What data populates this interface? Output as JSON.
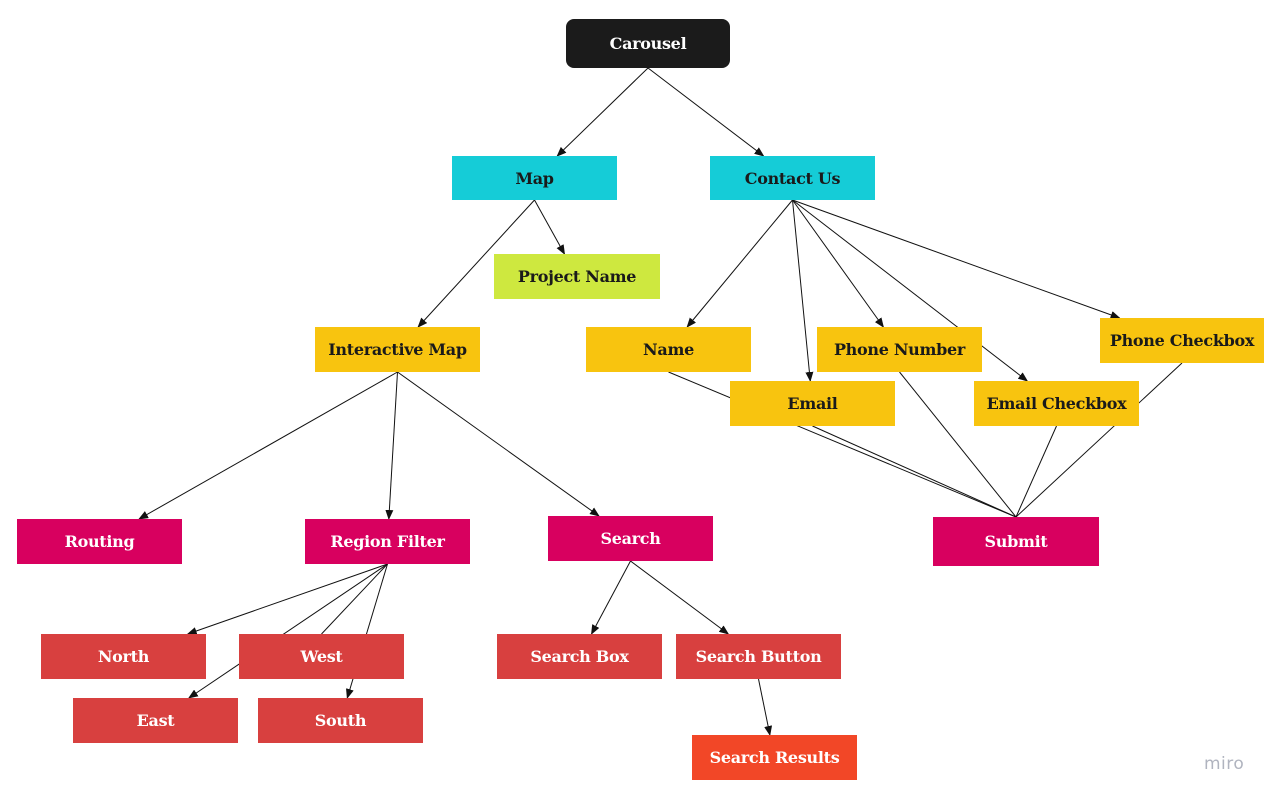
{
  "colors": {
    "root_bg": "#1b1b1b",
    "root_text": "#ffffff",
    "cyan": "#15ccd7",
    "lime": "#cee83f",
    "gold": "#f8c40f",
    "magenta": "#d8005f",
    "red": "#d8403f",
    "orange": "#f24727",
    "dark_text": "#1a1a1a",
    "light_text": "#ffffff",
    "edge": "#111111"
  },
  "nodes": {
    "carousel": {
      "label": "Carousel",
      "color": "root_bg",
      "text": "root_text"
    },
    "map": {
      "label": "Map",
      "color": "cyan",
      "text": "dark_text"
    },
    "contact_us": {
      "label": "Contact Us",
      "color": "cyan",
      "text": "dark_text"
    },
    "project_name": {
      "label": "Project Name",
      "color": "lime",
      "text": "dark_text"
    },
    "interactive_map": {
      "label": "Interactive Map",
      "color": "gold",
      "text": "dark_text"
    },
    "name": {
      "label": "Name",
      "color": "gold",
      "text": "dark_text"
    },
    "email": {
      "label": "Email",
      "color": "gold",
      "text": "dark_text"
    },
    "phone_number": {
      "label": "Phone Number",
      "color": "gold",
      "text": "dark_text"
    },
    "email_checkbox": {
      "label": "Email Checkbox",
      "color": "gold",
      "text": "dark_text"
    },
    "phone_checkbox": {
      "label": "Phone Checkbox",
      "color": "gold",
      "text": "dark_text"
    },
    "routing": {
      "label": "Routing",
      "color": "magenta",
      "text": "light_text"
    },
    "region_filter": {
      "label": "Region Filter",
      "color": "magenta",
      "text": "light_text"
    },
    "search": {
      "label": "Search",
      "color": "magenta",
      "text": "light_text"
    },
    "submit": {
      "label": "Submit",
      "color": "magenta",
      "text": "light_text"
    },
    "north": {
      "label": "North",
      "color": "red",
      "text": "light_text"
    },
    "west": {
      "label": "West",
      "color": "red",
      "text": "light_text"
    },
    "east": {
      "label": "East",
      "color": "red",
      "text": "light_text"
    },
    "south": {
      "label": "South",
      "color": "red",
      "text": "light_text"
    },
    "search_box": {
      "label": "Search Box",
      "color": "red",
      "text": "light_text"
    },
    "search_button": {
      "label": "Search Button",
      "color": "red",
      "text": "light_text"
    },
    "search_results": {
      "label": "Search Results",
      "color": "orange",
      "text": "light_text"
    }
  },
  "edges": [
    {
      "from": "carousel",
      "to": "map",
      "arrow": true
    },
    {
      "from": "carousel",
      "to": "contact_us",
      "arrow": true
    },
    {
      "from": "map",
      "to": "project_name",
      "arrow": true
    },
    {
      "from": "map",
      "to": "interactive_map",
      "arrow": true
    },
    {
      "from": "interactive_map",
      "to": "routing",
      "arrow": true
    },
    {
      "from": "interactive_map",
      "to": "region_filter",
      "arrow": true
    },
    {
      "from": "interactive_map",
      "to": "search",
      "arrow": true
    },
    {
      "from": "region_filter",
      "to": "north",
      "arrow": true
    },
    {
      "from": "region_filter",
      "to": "west",
      "arrow": false
    },
    {
      "from": "region_filter",
      "to": "east",
      "arrow": true
    },
    {
      "from": "region_filter",
      "to": "south",
      "arrow": true
    },
    {
      "from": "search",
      "to": "search_box",
      "arrow": true
    },
    {
      "from": "search",
      "to": "search_button",
      "arrow": true
    },
    {
      "from": "search_button",
      "to": "search_results",
      "arrow": true
    },
    {
      "from": "contact_us",
      "to": "name",
      "arrow": true
    },
    {
      "from": "contact_us",
      "to": "email",
      "arrow": true
    },
    {
      "from": "contact_us",
      "to": "phone_number",
      "arrow": true
    },
    {
      "from": "contact_us",
      "to": "email_checkbox",
      "arrow": true
    },
    {
      "from": "contact_us",
      "to": "phone_checkbox",
      "arrow": true
    },
    {
      "from": "name",
      "to": "submit",
      "arrow": false
    },
    {
      "from": "email",
      "to": "submit",
      "arrow": false
    },
    {
      "from": "phone_number",
      "to": "submit",
      "arrow": false
    },
    {
      "from": "email_checkbox",
      "to": "submit",
      "arrow": false
    },
    {
      "from": "phone_checkbox",
      "to": "submit",
      "arrow": false
    }
  ],
  "watermark": "miro"
}
